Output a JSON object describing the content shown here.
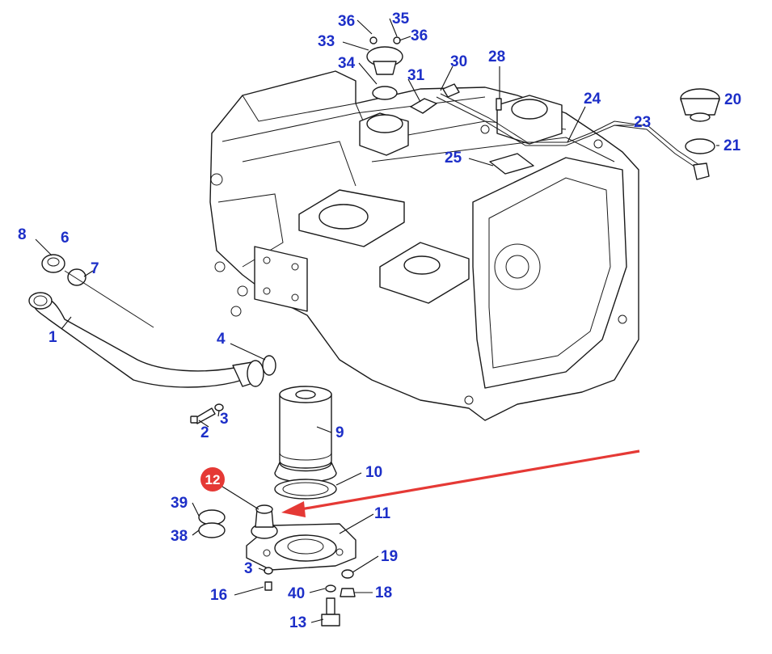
{
  "colors": {
    "label": "#1d2fc8",
    "highlight": "#e53935",
    "line": "#1a1a1a"
  },
  "labels": {
    "l1": "1",
    "l2": "2",
    "l3a": "3",
    "l3b": "3",
    "l4": "4",
    "l6": "6",
    "l7": "7",
    "l8": "8",
    "l9": "9",
    "l10": "10",
    "l11": "11",
    "l13": "13",
    "l16": "16",
    "l18": "18",
    "l19": "19",
    "l20": "20",
    "l21": "21",
    "l23": "23",
    "l24": "24",
    "l25": "25",
    "l28": "28",
    "l30": "30",
    "l31": "31",
    "l33": "33",
    "l34": "34",
    "l35": "35",
    "l36a": "36",
    "l36b": "36",
    "l38": "38",
    "l39": "39",
    "l40": "40"
  },
  "highlight": {
    "label": "12"
  }
}
